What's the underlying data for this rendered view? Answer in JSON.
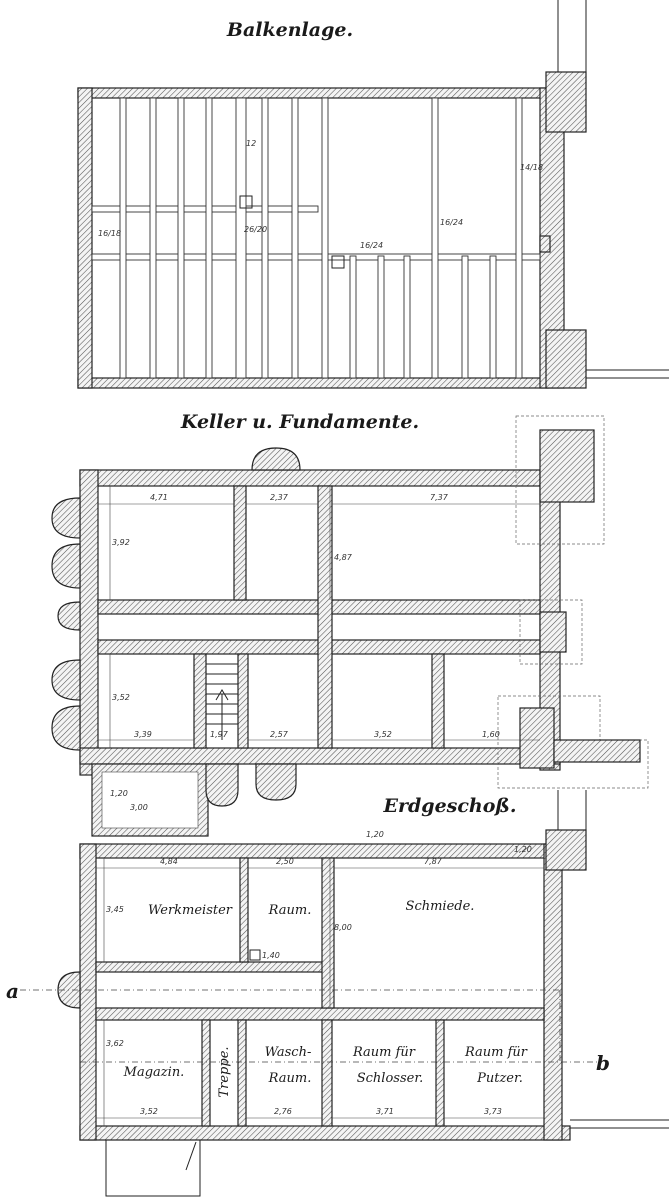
{
  "titles": {
    "beams": "Balkenlage.",
    "cellar": "Keller u. Fundamente.",
    "ground": "Erdgeschoß."
  },
  "rooms": {
    "werkmeister": "Werkmeister",
    "raum_top": "Raum.",
    "schmiede": "Schmiede.",
    "magazin": "Magazin.",
    "treppe": "Treppe.",
    "wasch_1": "Wasch-",
    "wasch_2": "Raum.",
    "schlosser_1": "Raum für",
    "schlosser_2": "Schlosser.",
    "putzer_1": "Raum für",
    "putzer_2": "Putzer."
  },
  "section_marks": {
    "a": "a",
    "b": "b"
  },
  "beam_labels": {
    "l1": "12",
    "l2": "16/24",
    "l3": "14/18",
    "l4": "16/18",
    "l5": "26/20",
    "l6": "16/24"
  },
  "cellar_dims": {
    "d1": "4,71",
    "d2": "2,37",
    "d3": "7,37",
    "d4": "4,87",
    "d5": "3,92",
    "d6": "3,52",
    "d7": "3,39",
    "d8": "1,97",
    "d9": "2,57",
    "d10": "3,52",
    "d11": "1,60",
    "d12": "3,00",
    "d13": "1,20"
  },
  "ground_dims": {
    "g1": "4,84",
    "g2": "2,50",
    "g3": "7,87",
    "g4": "3,45",
    "g5": "8,00",
    "g6": "3,62",
    "g7": "3,52",
    "g8": "2,76",
    "g9": "3,71",
    "g10": "3,73",
    "g11": "1,20",
    "g12": "1,40",
    "g13": "1,20"
  }
}
